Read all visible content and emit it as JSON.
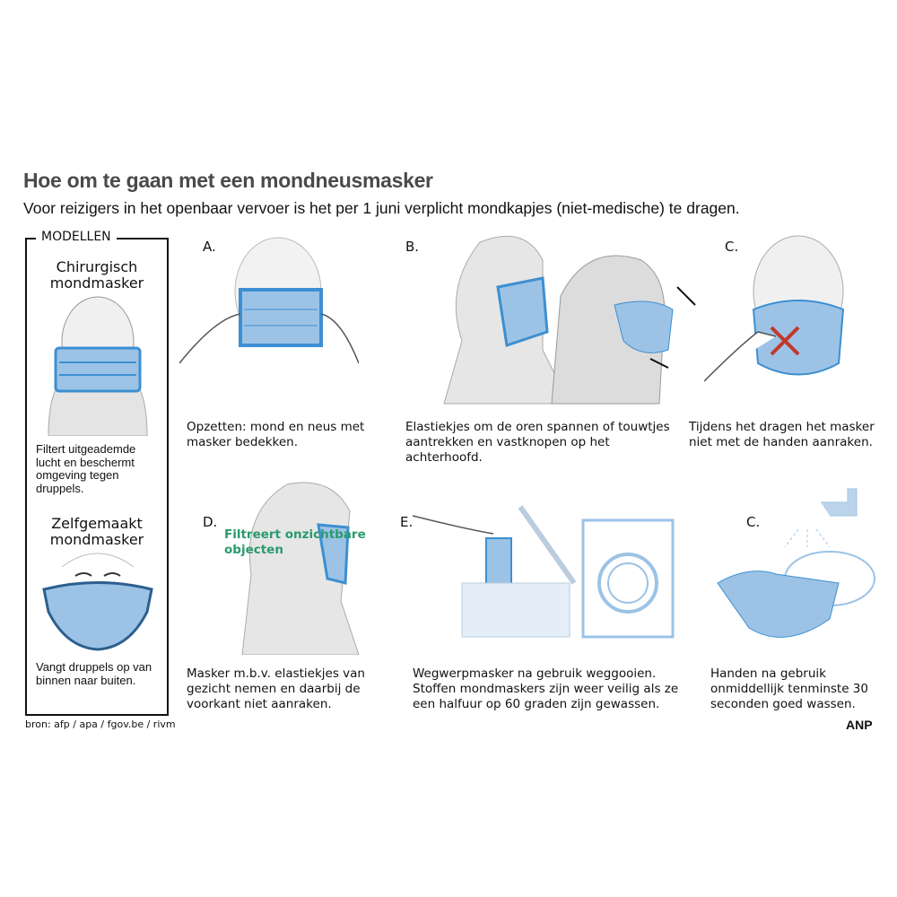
{
  "title": "Hoe om te gaan met een mondneusmasker",
  "subtitle": "Voor reizigers in het openbaar vervoer is het per 1 juni verplicht mondkapjes (niet-medische) te dragen.",
  "models": {
    "label": "MODELLEN",
    "surgical": {
      "title": "Chirurgisch mondmasker",
      "desc": "Filtert uitgeademde lucht en beschermt omgeving tegen druppels."
    },
    "homemade": {
      "title": "Zelfgemaakt mondmasker",
      "desc": "Vangt druppels op van binnen naar buiten."
    }
  },
  "steps": [
    {
      "letter": "A.",
      "caption": "Opzetten: mond en neus met masker bedekken."
    },
    {
      "letter": "B.",
      "caption": "Elastiekjes om de oren spannen of touwtjes aantrekken en vastknopen op het achterhoofd."
    },
    {
      "letter": "C.",
      "caption": "Tijdens het dragen het masker niet met de handen aanraken."
    },
    {
      "letter": "D.",
      "caption": "Masker m.b.v. elastiekjes van gezicht nemen en daarbij de voorkant niet aanraken."
    },
    {
      "letter": "E.",
      "caption": "Wegwerpmasker na gebruik weggooien. Stoffen mondmaskers zijn weer veilig als ze een halfuur op 60 graden zijn gewassen."
    },
    {
      "letter": "C.",
      "caption": "Handen na gebruik onmiddellijk tenminste 30 seconden goed wassen."
    }
  ],
  "overlay": "Filtreert onzichtbare objecten",
  "source": "bron:  afp / apa / fgov.be / rivm",
  "brand": "ANP",
  "colors": {
    "mask": "#9cc3e6",
    "maskEdge": "#3d8fd1",
    "green": "#2a9a6e",
    "cross": "#c0392b"
  }
}
